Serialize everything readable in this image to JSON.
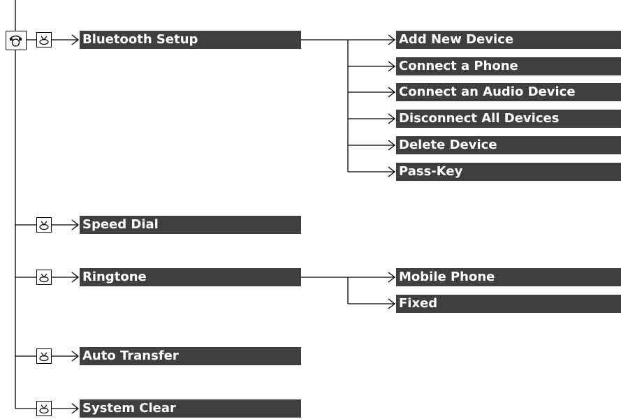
{
  "root": {
    "icon": "phone-button-icon"
  },
  "knob_icon": "interface-dial-icon",
  "menu": [
    {
      "label": "Bluetooth Setup",
      "children": [
        "Add New Device",
        "Connect a Phone",
        "Connect an Audio Device",
        "Disconnect All Devices",
        "Delete Device",
        "Pass-Key"
      ]
    },
    {
      "label": "Speed Dial",
      "children": []
    },
    {
      "label": "Ringtone",
      "children": [
        "Mobile Phone",
        "Fixed"
      ]
    },
    {
      "label": "Auto Transfer",
      "children": []
    },
    {
      "label": "System Clear",
      "children": []
    }
  ]
}
